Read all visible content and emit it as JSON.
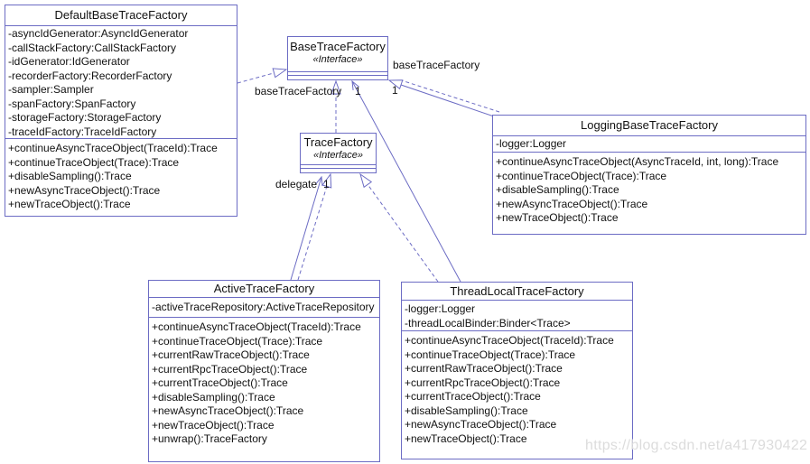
{
  "diagram": {
    "classes": {
      "defaultBase": {
        "name": "DefaultBaseTraceFactory",
        "attributes": [
          "-asyncIdGenerator:AsyncIdGenerator",
          "-callStackFactory:CallStackFactory",
          "-idGenerator:IdGenerator",
          "-recorderFactory:RecorderFactory",
          "-sampler:Sampler",
          "-spanFactory:SpanFactory",
          "-storageFactory:StorageFactory",
          "-traceIdFactory:TraceIdFactory"
        ],
        "methods": [
          "+continueAsyncTraceObject(TraceId):Trace",
          "+continueTraceObject(Trace):Trace",
          "+disableSampling():Trace",
          "+newAsyncTraceObject():Trace",
          "+newTraceObject():Trace"
        ]
      },
      "baseTrace": {
        "name": "BaseTraceFactory",
        "stereotype": "«Interface»"
      },
      "traceFactory": {
        "name": "TraceFactory",
        "stereotype": "«Interface»"
      },
      "logging": {
        "name": "LoggingBaseTraceFactory",
        "attributes": [
          "-logger:Logger"
        ],
        "methods": [
          "+continueAsyncTraceObject(AsyncTraceId, int, long):Trace",
          "+continueTraceObject(Trace):Trace",
          "+disableSampling():Trace",
          "+newAsyncTraceObject():Trace",
          "+newTraceObject():Trace"
        ]
      },
      "active": {
        "name": "ActiveTraceFactory",
        "attributes": [
          "-activeTraceRepository:ActiveTraceRepository"
        ],
        "methods": [
          "+continueAsyncTraceObject(TraceId):Trace",
          "+continueTraceObject(Trace):Trace",
          "+currentRawTraceObject():Trace",
          "+currentRpcTraceObject():Trace",
          "+currentTraceObject():Trace",
          "+disableSampling():Trace",
          "+newAsyncTraceObject():Trace",
          "+newTraceObject():Trace",
          "+unwrap():TraceFactory"
        ]
      },
      "threadLocal": {
        "name": "ThreadLocalTraceFactory",
        "attributes": [
          "-logger:Logger",
          "-threadLocalBinder:Binder<Trace>"
        ],
        "methods": [
          "+continueAsyncTraceObject(TraceId):Trace",
          "+continueTraceObject(Trace):Trace",
          "+currentRawTraceObject():Trace",
          "+currentRpcTraceObject():Trace",
          "+currentTraceObject():Trace",
          "+disableSampling():Trace",
          "+newAsyncTraceObject():Trace",
          "+newTraceObject():Trace"
        ]
      }
    },
    "relationships": {
      "threadlocal_to_base_role": "baseTraceFactory",
      "threadlocal_to_base_mult": "1",
      "logging_to_base_role": "baseTraceFactory",
      "logging_to_base_mult": "1",
      "active_to_trace_role": "delegate",
      "active_to_trace_mult": "1"
    },
    "watermark": "https://blog.csdn.net/a417930422",
    "colors": {
      "line": "#6c6cc4",
      "text": "#111111",
      "watermark": "#dcdcdc"
    }
  }
}
